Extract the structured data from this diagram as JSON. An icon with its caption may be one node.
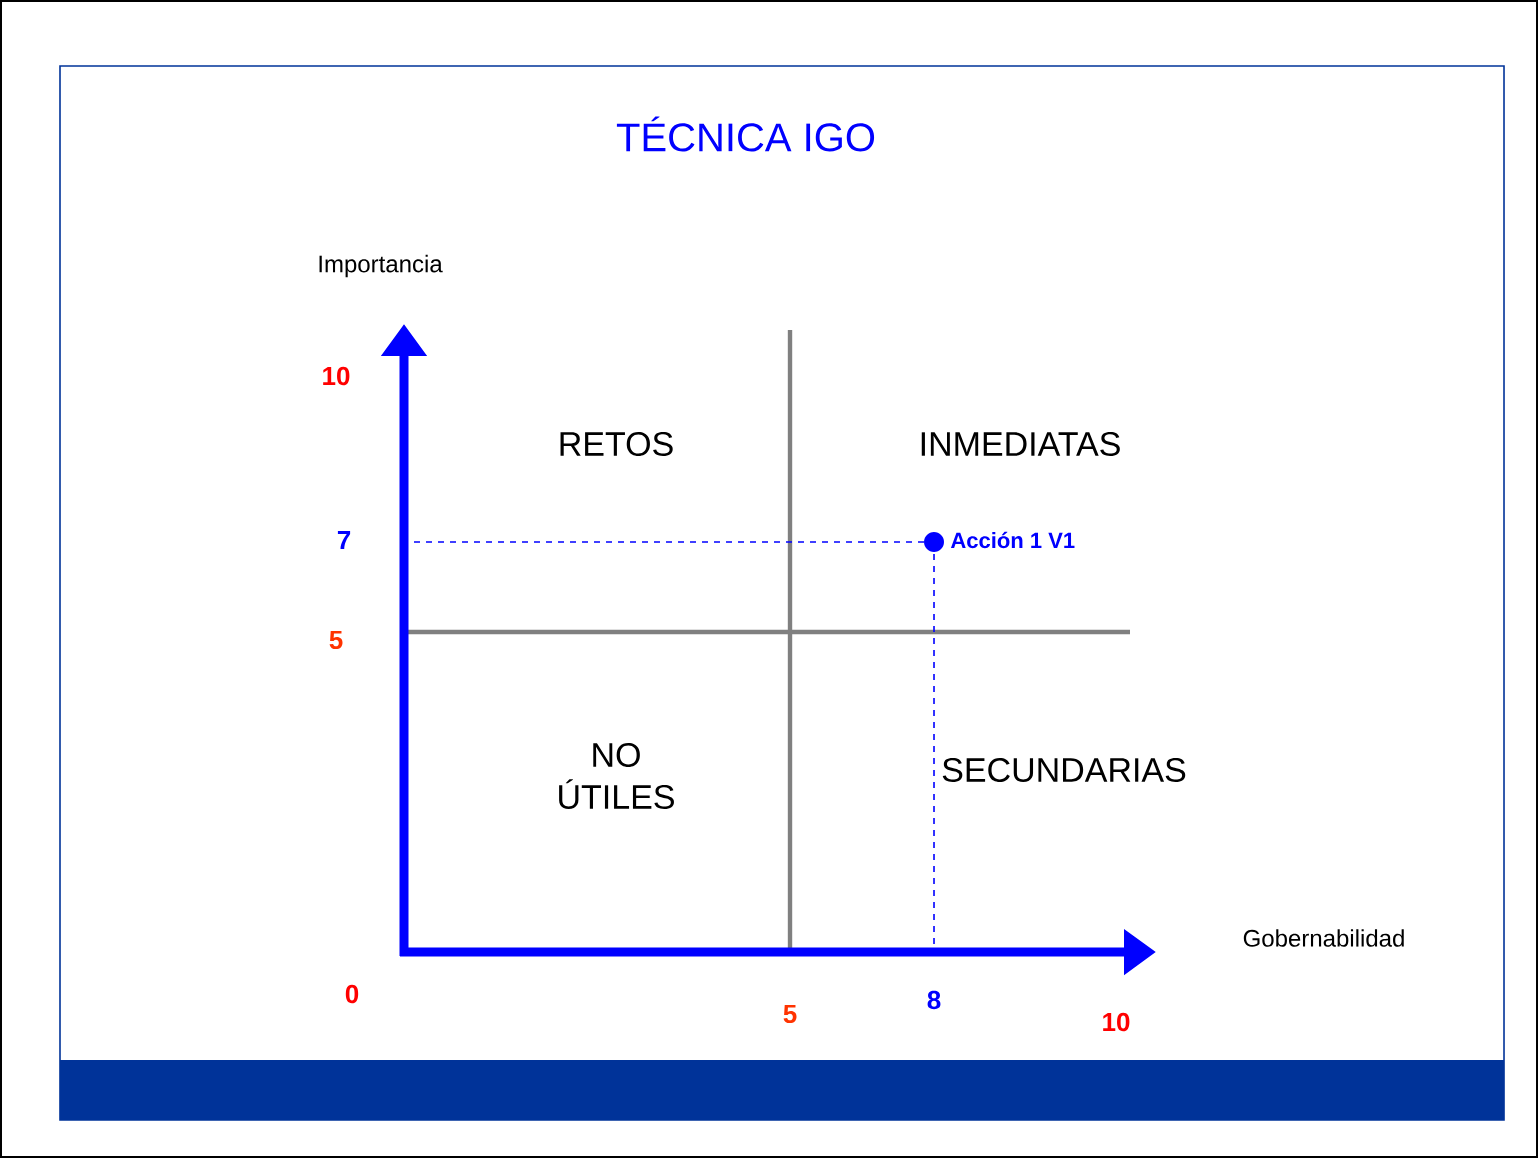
{
  "diagram": {
    "title": "TÉCNICA IGO",
    "labels": [
      "Importancia",
      "10",
      "7",
      "5",
      "RETOS",
      "INMEDIATAS",
      "Acción 1 V1",
      "NO ÚTILES",
      "SECUNDARIAS",
      "Gobernabilidad",
      "0",
      "5",
      "8",
      "10"
    ]
  }
}
